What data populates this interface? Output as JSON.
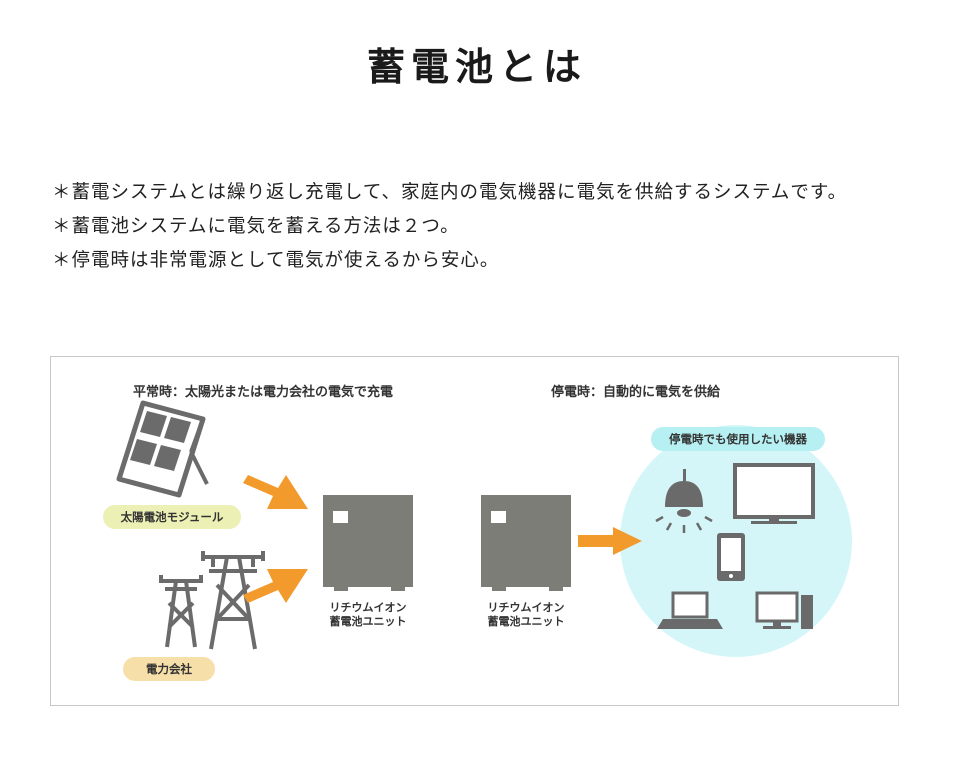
{
  "title": "蓄電池とは",
  "bullets": [
    "＊蓄電システムとは繰り返し充電して、家庭内の電気機器に電気を供給するシステムです。",
    "＊蓄電池システムに電気を蓄える方法は２つ。",
    "＊停電時は非常電源として電気が使えるから安心。"
  ],
  "diagram": {
    "normal_heading": "平常時：太陽光または電力会社の電気で充電",
    "outage_heading": "停電時：自動的に電気を供給",
    "solar_label": "太陽電池モジュール",
    "power_label": "電力会社",
    "battery_unit_line1": "リチウムイオン",
    "battery_unit_line2": "蓄電池ユニット",
    "devices_label": "停電時でも使用したい機器",
    "colors": {
      "arrow": "#f39a2c",
      "battery": "#7d7d78",
      "solar_pill": "#ecf0b4",
      "power_pill": "#f6dfa8",
      "devices_circle": "#d4f6f8",
      "devices_pill": "#b7f0f3",
      "icon": "#6a6a6a"
    }
  }
}
